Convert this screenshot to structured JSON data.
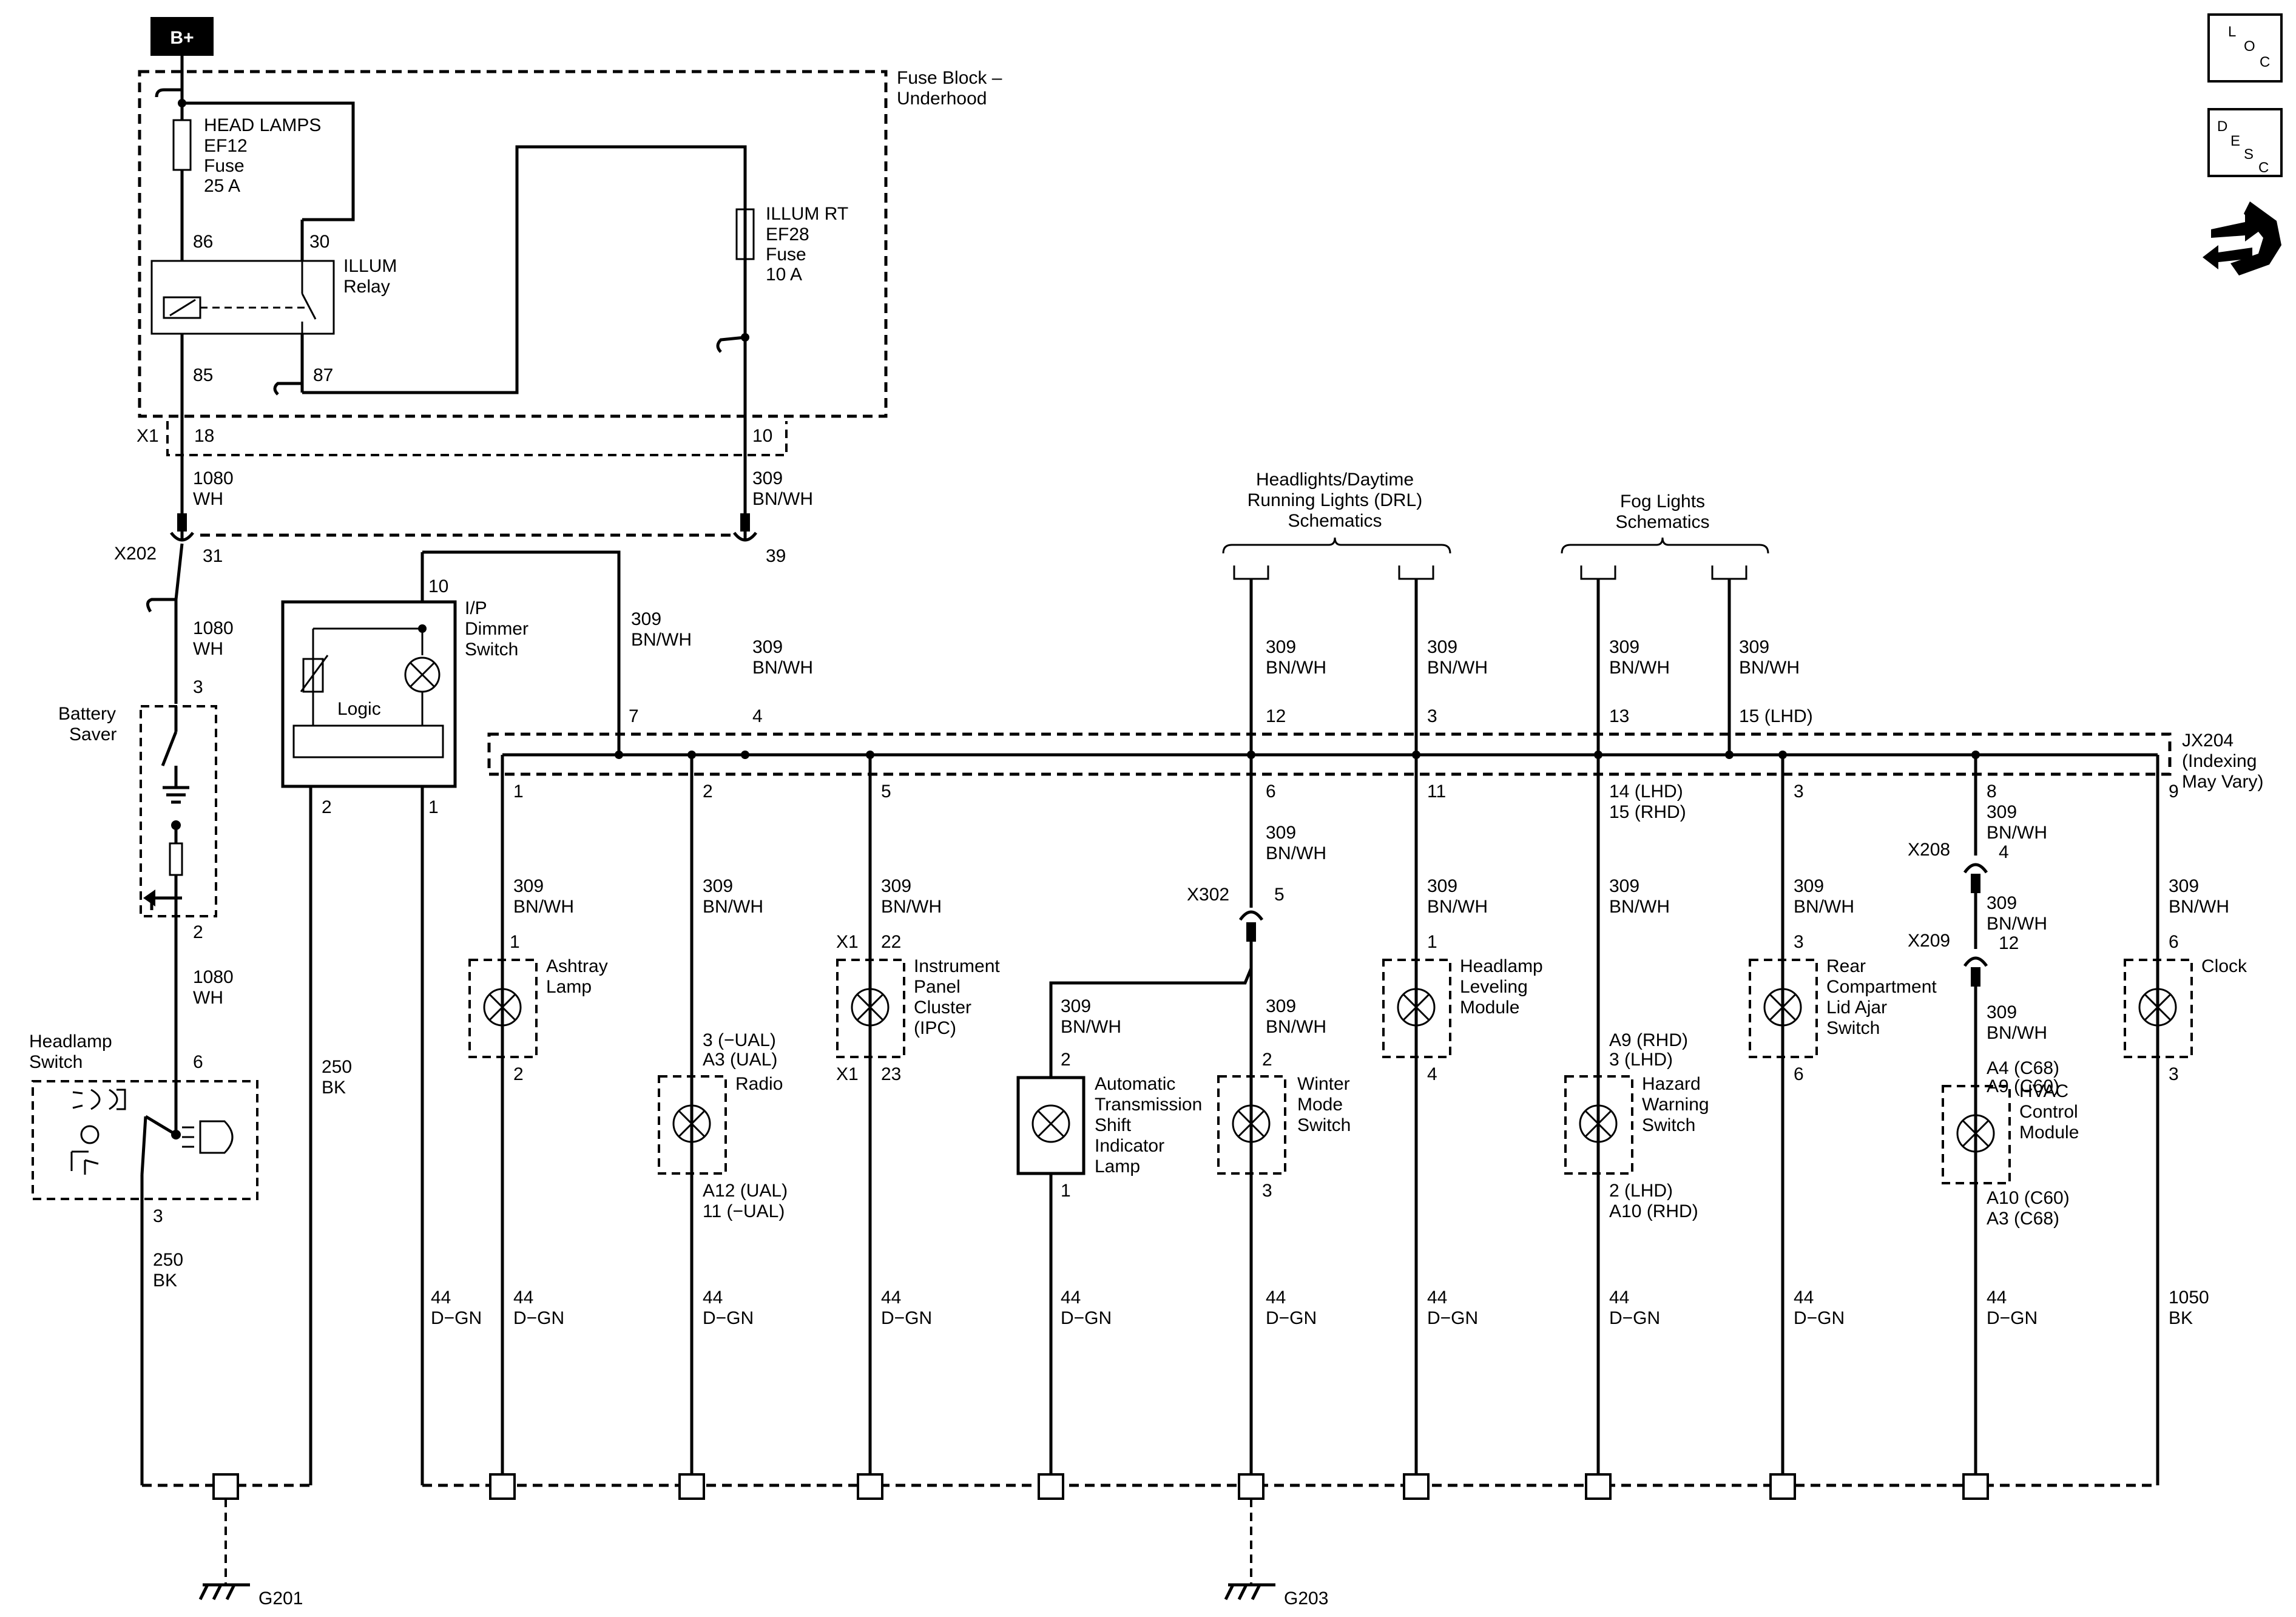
{
  "header": {
    "supply": "B+"
  },
  "fuse_block": {
    "title": "Fuse Block –",
    "title_line2": "Underhood",
    "headlamps_fuse": [
      "HEAD LAMPS",
      "EF12",
      "Fuse",
      "25 A"
    ],
    "illum_rt_fuse": [
      "ILLUM RT",
      "EF28",
      "Fuse",
      "10 A"
    ],
    "relay": [
      "ILLUM",
      "Relay"
    ],
    "relay_pins": [
      "86",
      "30",
      "85",
      "87"
    ],
    "connector": "X1",
    "pins": [
      "18",
      "10"
    ]
  },
  "wires": {
    "w1080": [
      "1080",
      "WH"
    ],
    "w309": [
      "309",
      "BN/WH"
    ],
    "w250": [
      "250",
      "BK"
    ],
    "w44": [
      "44",
      "D−GN"
    ],
    "w1050": [
      "1050",
      "BK"
    ]
  },
  "x202": {
    "label": "X202",
    "pins": [
      "31",
      "39"
    ]
  },
  "battery_saver": {
    "label": [
      "Battery",
      "Saver"
    ],
    "pins": [
      "3",
      "2"
    ]
  },
  "headlamp_switch": {
    "label": [
      "Headlamp",
      "Switch"
    ],
    "pins": [
      "6",
      "3"
    ]
  },
  "dimmer": {
    "label": [
      "I/P",
      "Dimmer",
      "Switch"
    ],
    "logic": "Logic",
    "pins": [
      "10",
      "7",
      "2",
      "1"
    ]
  },
  "drl_ref": [
    "Headlights/Daytime",
    "Running Lights (DRL)",
    "Schematics"
  ],
  "fog_ref": [
    "Fog Lights",
    "Schematics"
  ],
  "jx204": {
    "label": [
      "JX204",
      "(Indexing",
      "May Vary)"
    ],
    "top_pins": [
      "4",
      "12",
      "3",
      "13",
      "15 (LHD)"
    ],
    "bottom_pins": [
      "1",
      "2",
      "5",
      "6",
      "11",
      "14 (LHD)",
      "15 (RHD)",
      "3",
      "8",
      "9"
    ]
  },
  "components": {
    "ashtray": {
      "label": [
        "Ashtray",
        "Lamp"
      ],
      "pins": [
        "1",
        "2"
      ]
    },
    "radio": {
      "label": "Radio",
      "pins_top": [
        "3 (−UAL)",
        "A3 (UAL)"
      ],
      "pins_bottom": [
        "A12 (UAL)",
        "11 (−UAL)"
      ]
    },
    "ipc": {
      "label": [
        "Instrument",
        "Panel",
        "Cluster",
        "(IPC)"
      ],
      "connector": "X1",
      "pins": [
        "22",
        "23"
      ]
    },
    "trans": {
      "label": [
        "Automatic",
        "Transmission",
        "Shift",
        "Indicator",
        "Lamp"
      ],
      "pins": [
        "2",
        "1"
      ]
    },
    "winter": {
      "label": [
        "Winter",
        "Mode",
        "Switch"
      ],
      "pins": [
        "2",
        "3"
      ]
    },
    "leveling": {
      "label": [
        "Headlamp",
        "Leveling",
        "Module"
      ],
      "pins": [
        "1",
        "4"
      ]
    },
    "hazard": {
      "label": [
        "Hazard",
        "Warning",
        "Switch"
      ],
      "pins_top": [
        "A9 (RHD)",
        "3 (LHD)"
      ],
      "pins_bottom": [
        "2 (LHD)",
        "A10 (RHD)"
      ]
    },
    "rear": {
      "label": [
        "Rear",
        "Compartment",
        "Lid Ajar",
        "Switch"
      ],
      "pins": [
        "3",
        "6"
      ]
    },
    "hvac": {
      "label": [
        "HVAC",
        "Control",
        "Module"
      ],
      "pins_top": [
        "A4 (C68)",
        "A9 (C60)"
      ],
      "pins_bottom": [
        "A10 (C60)",
        "A3 (C68)"
      ]
    },
    "clock": {
      "label": "Clock",
      "pins": [
        "6",
        "3"
      ]
    }
  },
  "x302": {
    "label": "X302",
    "pin": "5"
  },
  "x208": {
    "label": "X208",
    "pin": "4"
  },
  "x209": {
    "label": "X209",
    "pin": "12"
  },
  "grounds": {
    "g201": "G201",
    "g203": "G203"
  },
  "nav_icons": {
    "loc": [
      "L",
      "O",
      "C"
    ],
    "desc": [
      "D",
      "E",
      "S",
      "C"
    ],
    "extra": "wrench-transfer-icon"
  }
}
